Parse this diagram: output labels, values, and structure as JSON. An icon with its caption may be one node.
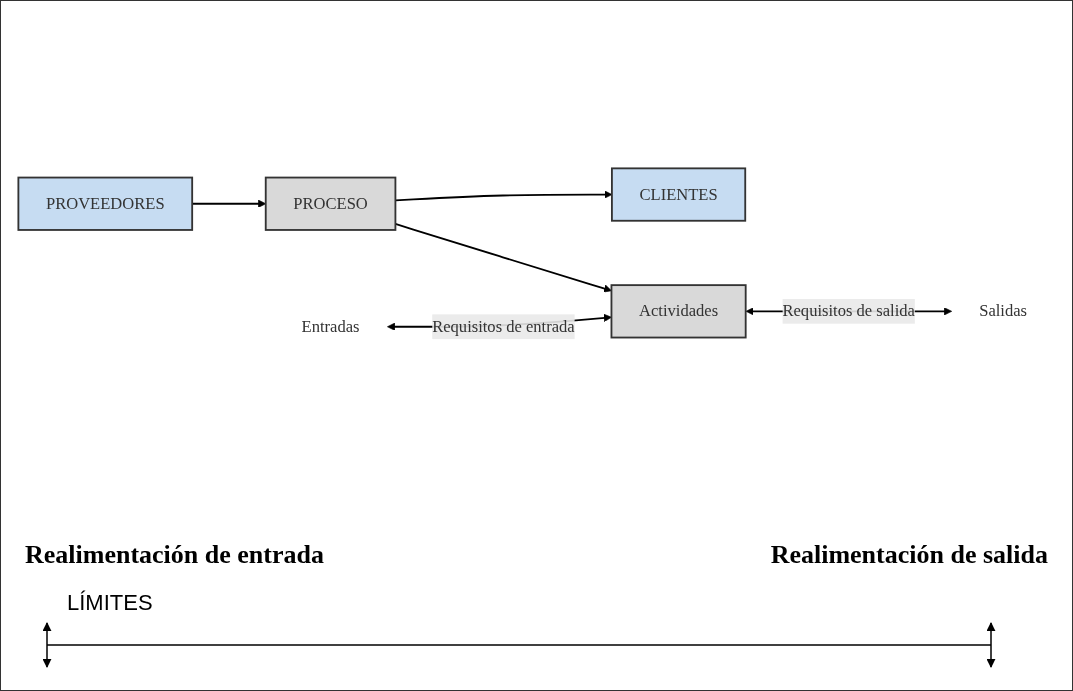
{
  "diagram": {
    "nodes": [
      {
        "text": [
          "PROVEEDORES"
        ]
      },
      {
        "text": [
          "PROCESO"
        ]
      },
      {
        "text": [
          "CLIENTES"
        ]
      },
      {
        "text": [
          "Actividades"
        ]
      },
      {
        "text": [
          "Entradas"
        ]
      },
      {
        "text": [
          "Salidas"
        ]
      }
    ],
    "edges": [
      {
        "from": 0,
        "to": 1,
        "arrow": "to"
      },
      {
        "from": 1,
        "to": 2,
        "arrow": "to"
      },
      {
        "from": 1,
        "to": 3,
        "arrow": "to"
      },
      {
        "from": 4,
        "to": 3,
        "arrow": "both",
        "label": "Requisitos de entrada"
      },
      {
        "from": 3,
        "to": 5,
        "arrow": "both",
        "label": "Requisitos de salida"
      }
    ],
    "labels": [
      "Realimentación de entrada",
      "Realimentación de salida",
      "LÍMITES"
    ]
  }
}
